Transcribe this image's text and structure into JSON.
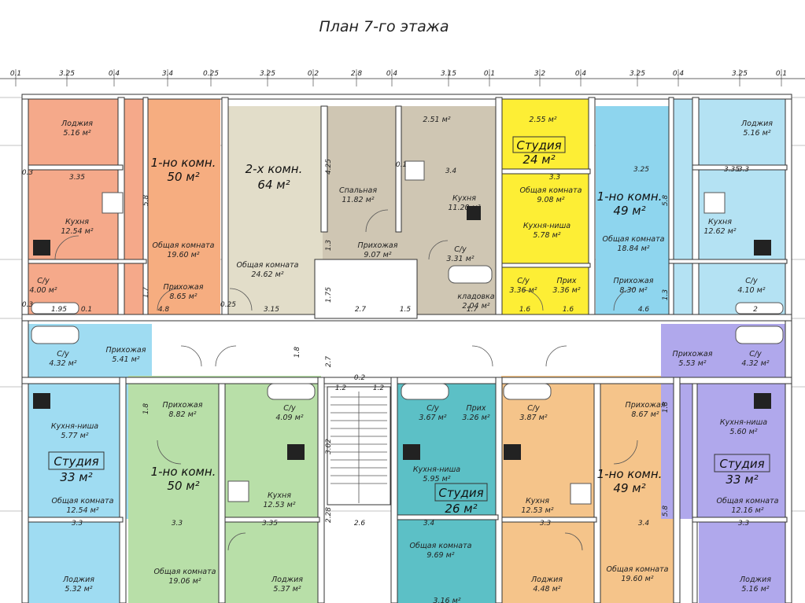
{
  "title": "План 7-го этажа",
  "colors": {
    "salmon": "#f5a98a",
    "beige": "#e2ddc9",
    "taupe": "#cfc6b3",
    "yellow": "#fdee35",
    "sky": "#8ed5ee",
    "sky_light": "#b4e2f3",
    "green": "#b8dfa8",
    "teal": "#5cc0c6",
    "orange": "#f5c48a",
    "lavender": "#b0a8ec"
  },
  "top_dimensions": [
    "0.1",
    "3.25",
    "0.4",
    "3.4",
    "0.25",
    "3.25",
    "0.2",
    "2.8",
    "0.4",
    "3.15",
    "0.1",
    "3.2",
    "0.4",
    "3.25",
    "0.4",
    "3.25",
    "0.1"
  ],
  "apartments": {
    "a1": {
      "type": "1-но комн.",
      "area": "50 м²"
    },
    "a2": {
      "type": "2-х комн.",
      "area": "64 м²"
    },
    "a3": {
      "type": "Студия",
      "area": "24 м²"
    },
    "a4": {
      "type": "1-но комн.",
      "area": "49 м²"
    },
    "a5": {
      "type": "Студия",
      "area": "33 м²"
    },
    "a6": {
      "type": "1-но комн.",
      "area": "50 м²"
    },
    "a7": {
      "type": "Студия",
      "area": "26 м²"
    },
    "a8": {
      "type": "1-но комн.",
      "area": "49 м²"
    },
    "a9": {
      "type": "Студия",
      "area": "33 м²"
    }
  },
  "rooms": {
    "r1": {
      "name": "Лоджия",
      "area": "5.16 м²"
    },
    "r2": {
      "name": "Кухня",
      "area": "12.54 м²"
    },
    "r3": {
      "name": "С/у",
      "area": "4.00 м²"
    },
    "r4": {
      "name": "Общая комната",
      "area": "19.60 м²"
    },
    "r5": {
      "name": "Прихожая",
      "area": "8.65 м²"
    },
    "r6": {
      "name": "Общая комната",
      "area": "24.62 м²"
    },
    "r7": {
      "name": "Спальная",
      "area": "11.82 м²"
    },
    "r8": {
      "name": "Прихожая",
      "area": "9.07 м²"
    },
    "r9": {
      "name": "",
      "area": "2.51 м²"
    },
    "r10": {
      "name": "Кухня",
      "area": "11.20 м²"
    },
    "r11": {
      "name": "С/у",
      "area": "3.31 м²"
    },
    "r12": {
      "name": "кладовка",
      "area": "2.04 м²"
    },
    "r13": {
      "name": "",
      "area": "2.55 м²"
    },
    "r14": {
      "name": "Общая комната",
      "area": "9.08 м²"
    },
    "r15": {
      "name": "Кухня-ниша",
      "area": "5.78 м²"
    },
    "r16": {
      "name": "С/у",
      "area": "3.36 м²"
    },
    "r17": {
      "name": "Прих",
      "area": "3.36 м²"
    },
    "r18": {
      "name": "Общая комната",
      "area": "18.84 м²"
    },
    "r19": {
      "name": "Прихожая",
      "area": "8.30 м²"
    },
    "r20": {
      "name": "Кухня",
      "area": "12.62 м²"
    },
    "r21": {
      "name": "С/у",
      "area": "4.10 м²"
    },
    "r22": {
      "name": "Лоджия",
      "area": "5.16 м²"
    },
    "r23": {
      "name": "Прихожая",
      "area": "5.41 м²"
    },
    "r24": {
      "name": "С/у",
      "area": "4.32 м²"
    },
    "r25": {
      "name": "Кухня-ниша",
      "area": "5.77 м²"
    },
    "r26": {
      "name": "Общая комната",
      "area": "12.54 м²"
    },
    "r27": {
      "name": "Лоджия",
      "area": "5.32 м²"
    },
    "r28": {
      "name": "Прихожая",
      "area": "8.82 м²"
    },
    "r29": {
      "name": "С/у",
      "area": "4.09 м²"
    },
    "r30": {
      "name": "Кухня",
      "area": "12.53 м²"
    },
    "r31": {
      "name": "Общая комната",
      "area": "19.06 м²"
    },
    "r32": {
      "name": "Лоджия",
      "area": "5.37 м²"
    },
    "r33": {
      "name": "С/у",
      "area": "3.67 м²"
    },
    "r34": {
      "name": "Прих",
      "area": "3.26 м²"
    },
    "r35": {
      "name": "Кухня-ниша",
      "area": "5.95 м²"
    },
    "r36": {
      "name": "Общая комната",
      "area": "9.69 м²"
    },
    "r37": {
      "name": "",
      "area": "3.16 м²"
    },
    "r38": {
      "name": "С/у",
      "area": "3.87 м²"
    },
    "r39": {
      "name": "Прихожая",
      "area": "8.67 м²"
    },
    "r40": {
      "name": "Кухня",
      "area": "12.53 м²"
    },
    "r41": {
      "name": "Общая комната",
      "area": "19.60 м²"
    },
    "r42": {
      "name": "Лоджия",
      "area": "4.48 м²"
    },
    "r43": {
      "name": "Прихожая",
      "area": "5.53 м²"
    },
    "r44": {
      "name": "С/у",
      "area": "4.32 м²"
    },
    "r45": {
      "name": "Кухня-ниша",
      "area": "5.60 м²"
    },
    "r46": {
      "name": "Общая комната",
      "area": "12.16 м²"
    },
    "r47": {
      "name": "Лоджия",
      "area": "5.16 м²"
    }
  },
  "inner_dims": {
    "d1": "3.35",
    "d2": "0.3",
    "d3": "5.8",
    "d4": "1.95",
    "d5": "0.1",
    "d6": "0.3",
    "d7": "4.8",
    "d8": "0.25",
    "d9": "3.15",
    "d10": "2.7",
    "d11": "1.5",
    "d12": "1.7",
    "d13": "1.6",
    "d14": "1.6",
    "d15": "4.6",
    "d16": "2",
    "d17": "3.25",
    "d18": "3.35",
    "d19": "3.4",
    "d20": "3.3",
    "d21": "1.7",
    "d22": "1.3",
    "d23": "1.8",
    "d24": "2.7",
    "d25": "0.2",
    "d26": "1.2",
    "d27": "1.2",
    "d28": "3.02",
    "d29": "3.3",
    "d30": "3.3",
    "d31": "3.35",
    "d32": "2.6",
    "d33": "3.4",
    "d34": "3.3",
    "d35": "3.4",
    "d36": "3.3",
    "d37": "3.3",
    "d38": "5.8",
    "d39": "5.8",
    "d40": "2.28",
    "d41": "1.8",
    "d42": "1.8",
    "d43": "4.25",
    "d44": "1.3",
    "d45": "1.75",
    "d46": "0.1"
  }
}
